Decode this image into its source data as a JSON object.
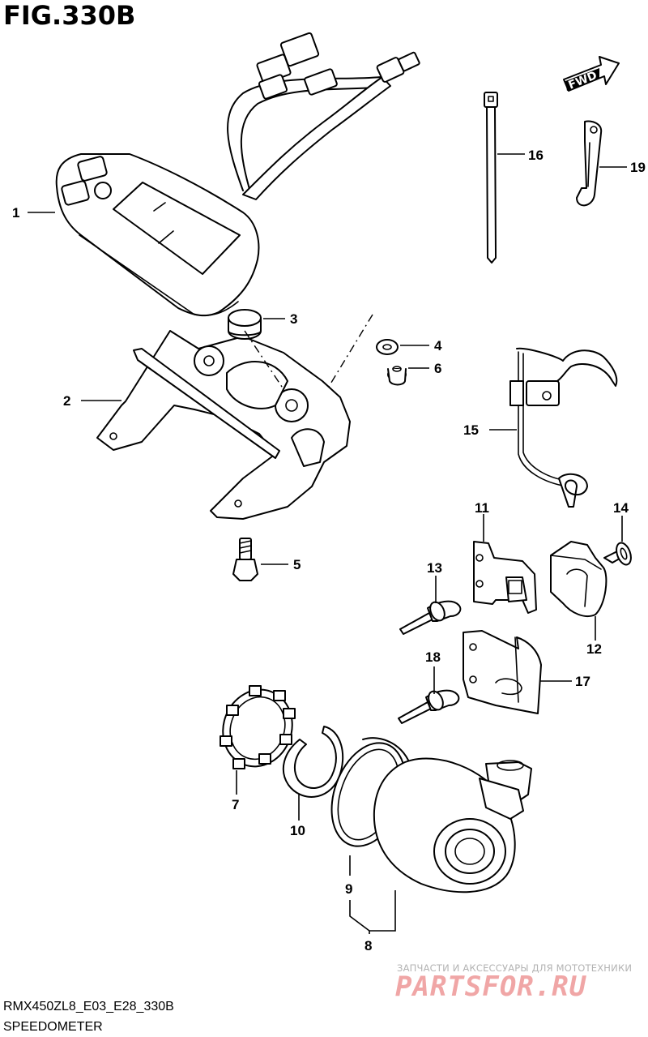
{
  "figure": {
    "title": "FIG.330B",
    "model_code": "RMX450ZL8_E03_E28_330B",
    "section_name": "SPEEDOMETER"
  },
  "badge": {
    "label": "FWD"
  },
  "callouts": [
    {
      "id": "1",
      "label": "1"
    },
    {
      "id": "2",
      "label": "2"
    },
    {
      "id": "3",
      "label": "3"
    },
    {
      "id": "4",
      "label": "4"
    },
    {
      "id": "5",
      "label": "5"
    },
    {
      "id": "6",
      "label": "6"
    },
    {
      "id": "7",
      "label": "7"
    },
    {
      "id": "8",
      "label": "8"
    },
    {
      "id": "9",
      "label": "9"
    },
    {
      "id": "10",
      "label": "10"
    },
    {
      "id": "11",
      "label": "11"
    },
    {
      "id": "12",
      "label": "12"
    },
    {
      "id": "13",
      "label": "13"
    },
    {
      "id": "14",
      "label": "14"
    },
    {
      "id": "15",
      "label": "15"
    },
    {
      "id": "16",
      "label": "16"
    },
    {
      "id": "17",
      "label": "17"
    },
    {
      "id": "18",
      "label": "18"
    },
    {
      "id": "19",
      "label": "19"
    }
  ],
  "watermark": {
    "caption": "ЗАПЧАСТИ И АКСЕССУАРЫ ДЛЯ МОТОТЕХНИКИ",
    "logo": "PARTSFOR.RU",
    "color": "#f0a6a6"
  }
}
